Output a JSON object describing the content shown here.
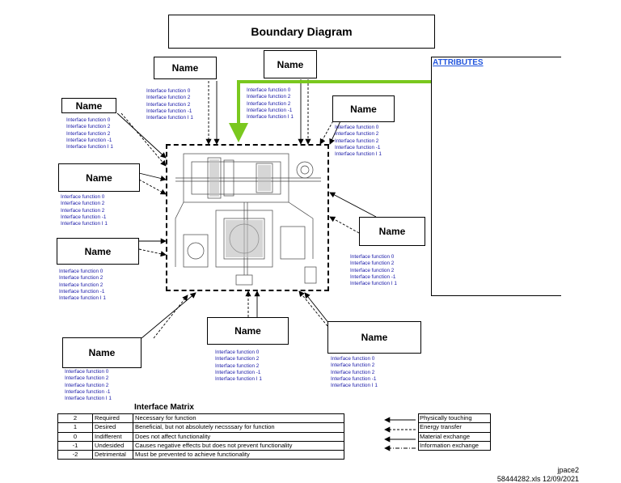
{
  "title": "Boundary Diagram",
  "attributes_label": "ATTRIBUTES",
  "interfaces": [
    {
      "name": "Name",
      "functions": [
        "Interface function 0",
        "Interface function  2",
        "Interface function  2",
        "Interface function  -1",
        "Interface function I 1"
      ]
    },
    {
      "name": "Name",
      "functions": [
        "Interface function 0",
        "Interface function  2",
        "Interface function  2",
        "Interface function  -1",
        "Interface function I 1"
      ]
    },
    {
      "name": "Name",
      "functions": [
        "Interface function 0",
        "Interface function  2",
        "Interface function  2",
        "Interface function  -1",
        "Interface function I 1"
      ]
    },
    {
      "name": "Name",
      "functions": [
        "Interface function 0",
        "Interface function  2",
        "Interface function  2",
        "Interface function  -1",
        "Interface function I 1"
      ]
    },
    {
      "name": "Name",
      "functions": [
        "Interface function 0",
        "Interface function  2",
        "Interface function  2",
        "Interface function  -1",
        "Interface function I 1"
      ]
    },
    {
      "name": "Name",
      "functions": [
        "Interface function 0",
        "Interface function  2",
        "Interface function  2",
        "Interface function  -1",
        "Interface function I 1"
      ]
    },
    {
      "name": "Name",
      "functions": [
        "Interface function 0",
        "Interface function  2",
        "Interface function  2",
        "Interface function  -1",
        "Interface function I 1"
      ]
    },
    {
      "name": "Name",
      "functions": [
        "Interface function 0",
        "Interface function  2",
        "Interface function  2",
        "Interface function  -1",
        "Interface function I 1"
      ]
    },
    {
      "name": "Name",
      "functions": [
        "Interface function 0",
        "Interface function  2",
        "Interface function  2",
        "Interface function  -1",
        "Interface function I 1"
      ]
    },
    {
      "name": "Name",
      "functions": [
        "Interface function 0",
        "Interface function  2",
        "Interface function  2",
        "Interface function  -1",
        "Interface function I 1"
      ]
    }
  ],
  "matrix": {
    "title": "Interface Matrix",
    "rows": [
      [
        "2",
        "Required",
        "Necessary for function"
      ],
      [
        "1",
        "Desired",
        "Beneficial, but not absolutely necsssary for function"
      ],
      [
        "0",
        "Indifferent",
        "Does not affect functionality"
      ],
      [
        "-1",
        "Undesided",
        "Causes negative effects but does not prevent functionality"
      ],
      [
        "-2",
        "Detrimental",
        "Must be prevented to achieve functionality"
      ]
    ]
  },
  "legend": [
    "Physically touching",
    "Energy transfer",
    "Material exchange",
    "Information exchange"
  ],
  "footer": {
    "author": "jpace2",
    "file": "58444282.xls  12/09/2021"
  },
  "colors": {
    "function_text": "#1a1aa8",
    "highlight_arrow": "#7ac81e",
    "attributes_link": "#2255dd"
  }
}
